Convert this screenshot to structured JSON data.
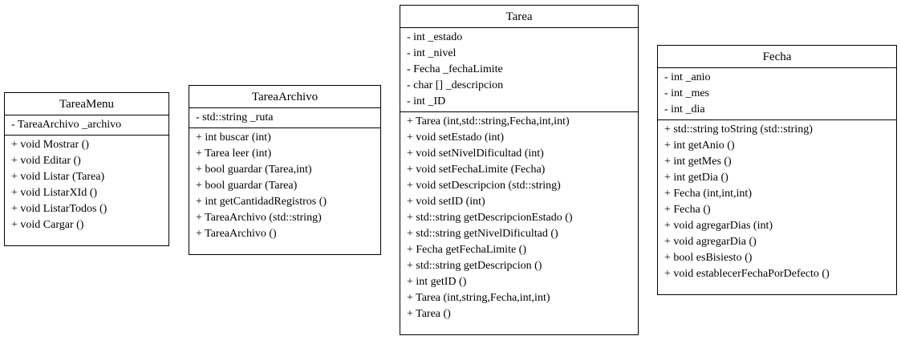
{
  "classes": [
    {
      "name": "TareaMenu",
      "attributes": [
        "- TareaArchivo _archivo"
      ],
      "methods": [
        "+ void Mostrar ()",
        "+ void Editar ()",
        "+ void Listar (Tarea)",
        "+ void ListarXId ()",
        "+ void ListarTodos ()",
        "+ void Cargar ()"
      ]
    },
    {
      "name": "TareaArchivo",
      "attributes": [
        "- std::string _ruta"
      ],
      "methods": [
        "+ int buscar (int)",
        "+ Tarea leer (int)",
        "+ bool guardar (Tarea,int)",
        "+ bool guardar (Tarea)",
        "+ int getCantidadRegistros ()",
        "+ TareaArchivo (std::string)",
        "+ TareaArchivo ()"
      ]
    },
    {
      "name": "Tarea",
      "attributes": [
        "- int _estado",
        "- int _nivel",
        "- Fecha _fechaLimite",
        "- char [] _descripcion",
        "- int _ID"
      ],
      "methods": [
        "+ Tarea (int,std::string,Fecha,int,int)",
        "+ void setEstado (int)",
        "+ void setNivelDificultad (int)",
        "+ void setFechaLimite (Fecha)",
        "+ void setDescripcion (std::string)",
        "+ void setID (int)",
        "+ std::string getDescripcionEstado ()",
        "+ std::string getNivelDificultad ()",
        "+ Fecha getFechaLimite ()",
        "+ std::string getDescripcion ()",
        "+ int getID ()",
        "+ Tarea (int,string,Fecha,int,int)",
        "+ Tarea ()"
      ]
    },
    {
      "name": "Fecha",
      "attributes": [
        "- int _anio",
        "- int _mes",
        "- int _dia"
      ],
      "methods": [
        "+ std::string toString (std::string)",
        "+ int getAnio ()",
        "+ int getMes ()",
        "+ int getDia ()",
        "+ Fecha (int,int,int)",
        "+ Fecha ()",
        "+ void agregarDias (int)",
        "+ void agregarDia ()",
        "+ bool esBisiesto ()",
        "+ void establecerFechaPorDefecto ()"
      ]
    }
  ]
}
